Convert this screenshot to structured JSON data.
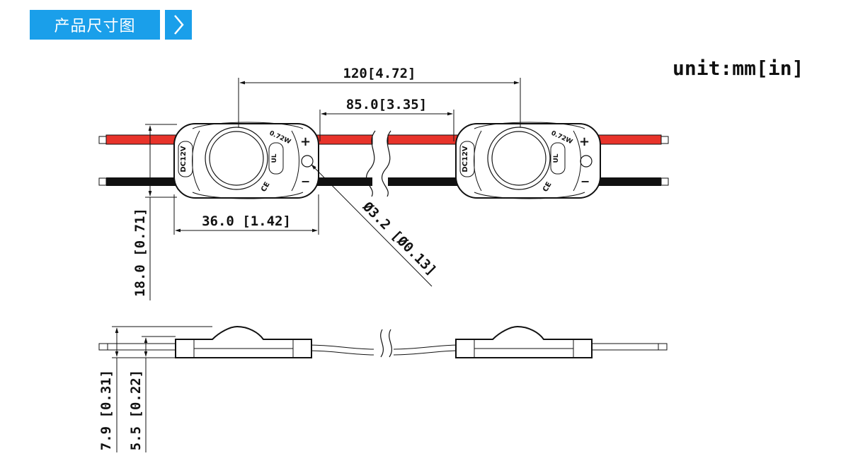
{
  "header": {
    "title": "产品尺寸图",
    "arrow_glyph": "〉"
  },
  "unit_label": "unit:mm[in]",
  "dimensions": {
    "pitch": "120[4.72]",
    "wire_span": "85.0[3.35]",
    "module_length": "36.0 [1.42]",
    "module_width": "18.0 [0.71]",
    "hole_diameter": "Ø3.2 [Ø0.13]",
    "total_height": "7.9 [0.31]",
    "body_height": "5.5 [0.22]"
  },
  "markings": {
    "voltage": "DC12V",
    "wattage": "0.72W",
    "plus": "+",
    "minus": "−",
    "ce": "CE",
    "ul": "UL"
  },
  "colors": {
    "header_bg": "#1a9fea",
    "wire_red": "#e8332a",
    "wire_black": "#111111"
  }
}
